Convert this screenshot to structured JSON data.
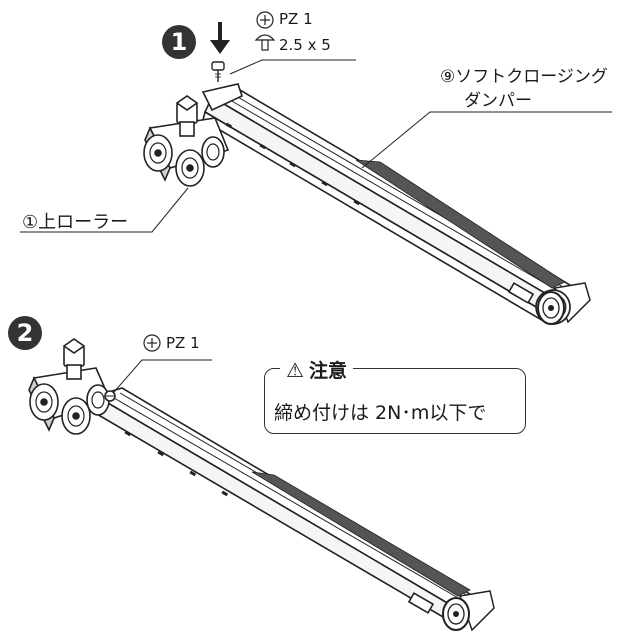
{
  "steps": [
    {
      "number": "1",
      "screw_drive": "PZ 1",
      "screw_size": "2.5 x 5",
      "labels": {
        "damper": "⑨ソフトクロージング\nダンパー",
        "damper_line1": "⑨ソフトクロージング",
        "damper_line2": "ダンパー",
        "roller": "①上ローラー"
      }
    },
    {
      "number": "2",
      "screw_drive": "PZ 1"
    }
  ],
  "caution": {
    "title": "注意",
    "text": "締め付けは 2N･m以下で"
  },
  "icons": {
    "phillips": "phillips-head-icon",
    "screw": "pan-head-screw-icon",
    "arrow": "down-arrow-icon",
    "warning": "warning-triangle-icon"
  },
  "colors": {
    "line": "#333333",
    "badge": "#333333",
    "badge_text": "#ffffff"
  }
}
